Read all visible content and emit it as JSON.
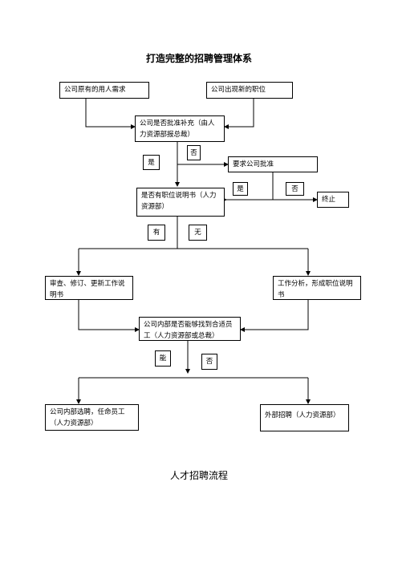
{
  "title": "打造完整的招聘管理体系",
  "nodes": {
    "existing_needs": "公司原有的用人需求",
    "new_position": "公司出现新的职位",
    "approve_replenish": "公司是否批准补充（由人力资源部报总裁）",
    "request_approval": "要求公司批准",
    "has_job_desc": "是否有职位说明书（人力资源部）",
    "terminate": "终止",
    "review_update": "审查、修订、更新工作说明书",
    "job_analysis": "工作分析，形成职位说明书",
    "internal_suitable": "公司内部是否能够找到合适员工（人力资源部或总裁）",
    "internal_select": "公司内部选聘，任命员工（人力资源部）",
    "external_recruit": "外部招聘（人力资源部）"
  },
  "labels": {
    "yes1": "是",
    "no1": "否",
    "yes2": "是",
    "no2": "否",
    "have": "有",
    "none": "无",
    "can": "能",
    "cannot": "否"
  },
  "caption": "人才招聘流程"
}
